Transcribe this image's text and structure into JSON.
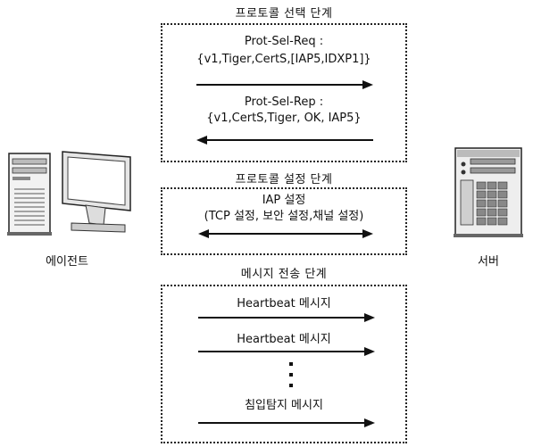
{
  "phases": [
    {
      "title": "프로토콜 선택 단계"
    },
    {
      "title": "프로토콜 설정 단계"
    },
    {
      "title": "메시지 전송 단계"
    }
  ],
  "selection": {
    "request": {
      "line1": "Prot-Sel-Req :",
      "line2": "{v1,Tiger,CertS,[IAP5,IDXP1]}"
    },
    "reply": {
      "line1": "Prot-Sel-Rep :",
      "line2": "{v1,CertS,Tiger, OK, IAP5}"
    }
  },
  "setup": {
    "line1": "IAP 설정",
    "line2": "(TCP 설정, 보안 설정,채널 설정)"
  },
  "transfer": {
    "messages": [
      "Heartbeat 메시지",
      "Heartbeat 메시지",
      "침입탐지 메시지"
    ]
  },
  "agent": {
    "label": "에이전트"
  },
  "server": {
    "label": "서버"
  }
}
